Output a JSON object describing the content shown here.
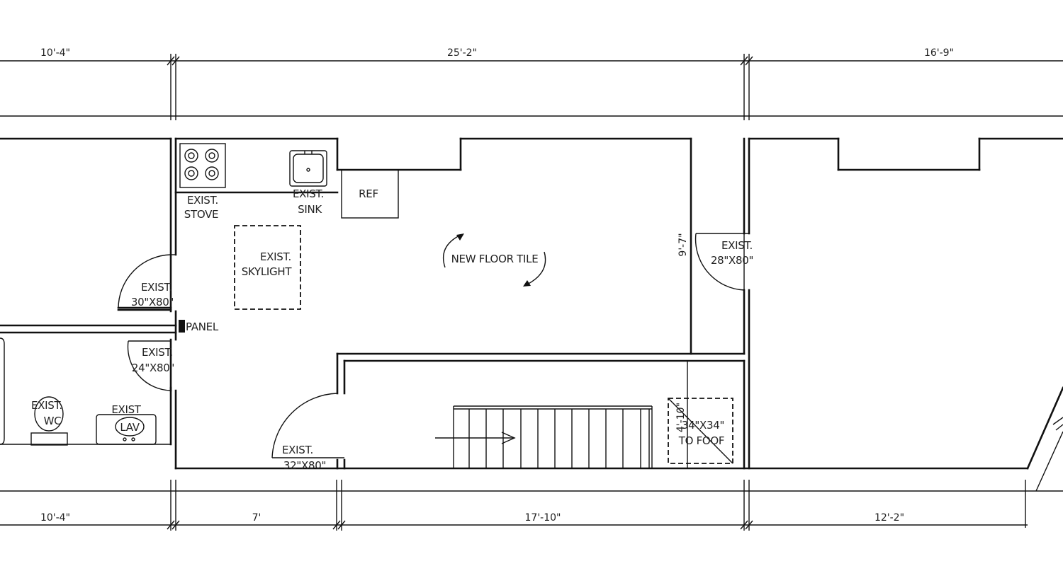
{
  "dimensions": {
    "top": [
      "10'-4\"",
      "25'-2\"",
      "16'-9\""
    ],
    "bottom": [
      "10'-4\"",
      "7'",
      "17'-10\"",
      "12'-2\""
    ],
    "vertical_room": "9'-7\"",
    "vertical_hatch": "4'-10\""
  },
  "labels": {
    "stove": [
      "EXIST.",
      "STOVE"
    ],
    "sink": [
      "EXIST.",
      "SINK"
    ],
    "ref": "REF",
    "skylight": [
      "EXIST.",
      "SKYLIGHT"
    ],
    "floor_tile": "NEW FLOOR TILE",
    "door_30": [
      "EXIST.",
      "30\"X80\""
    ],
    "panel": "PANEL",
    "door_24": [
      "EXIST.",
      "24\"X80\""
    ],
    "door_28": [
      "EXIST.",
      "28\"X80\""
    ],
    "door_32": [
      "EXIST.",
      "32\"X80\""
    ],
    "wc": [
      "EXIST.",
      "WC"
    ],
    "lav_exist": "EXIST",
    "lav": "LAV",
    "hatch": [
      "34\"X34\"",
      "TO FOOF"
    ]
  }
}
